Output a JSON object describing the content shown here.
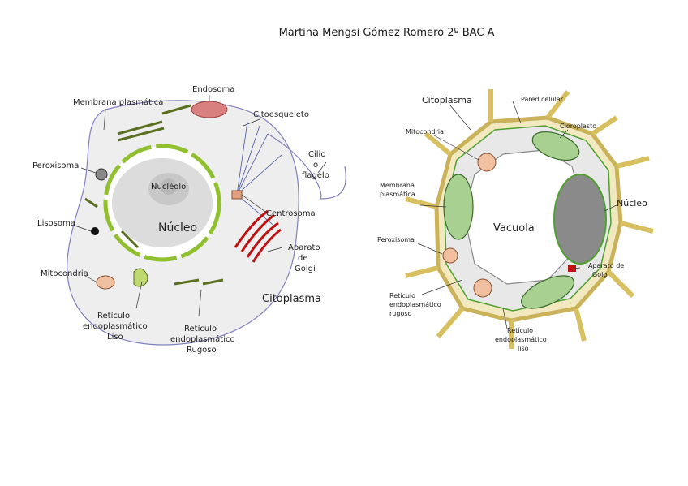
{
  "document": {
    "title": "Martina Mengsi Gómez Romero 2º BAC A"
  },
  "animal_cell": {
    "labels": {
      "membrana": "Membrana plasmática",
      "endosoma": "Endosoma",
      "citoesqueleto": "Citoesqueleto",
      "cilio1": "Cilio",
      "cilio2": "o",
      "cilio3": "flagelo",
      "peroxisoma": "Peroxisoma",
      "nucleolo": "Nucléolo",
      "nucleo": "Núcleo",
      "centrosoma": "Centrosoma",
      "lisosoma": "Lisosoma",
      "golgi1": "Aparato",
      "golgi2": "de",
      "golgi3": "Golgi",
      "mitocondria": "Mitocondria",
      "rel1": "Retículo",
      "rel2": "endoplasmático",
      "rel3": "Liso",
      "rer1": "Retículo",
      "rer2": "endoplasmático",
      "rer3": "Rugoso",
      "citoplasma": "Citoplasma"
    }
  },
  "plant_cell": {
    "labels": {
      "citoplasma": "Citoplasma",
      "pared": "Pared celular",
      "cloroplasto": "Cloroplasto",
      "mitocondria": "Mitocondria",
      "membrana1": "Membrana",
      "membrana2": "plasmática",
      "vacuola": "Vacuola",
      "nucleo": "Núcleo",
      "peroxisoma": "Peroxisoma",
      "golgi1": "Aparato de",
      "golgi2": "Golgi",
      "rer1": "Retículo",
      "rer2": "endoplasmático",
      "rer3": "rugoso",
      "rel1": "Retículo",
      "rel2": "endoplasmático",
      "rel3": "liso"
    }
  }
}
